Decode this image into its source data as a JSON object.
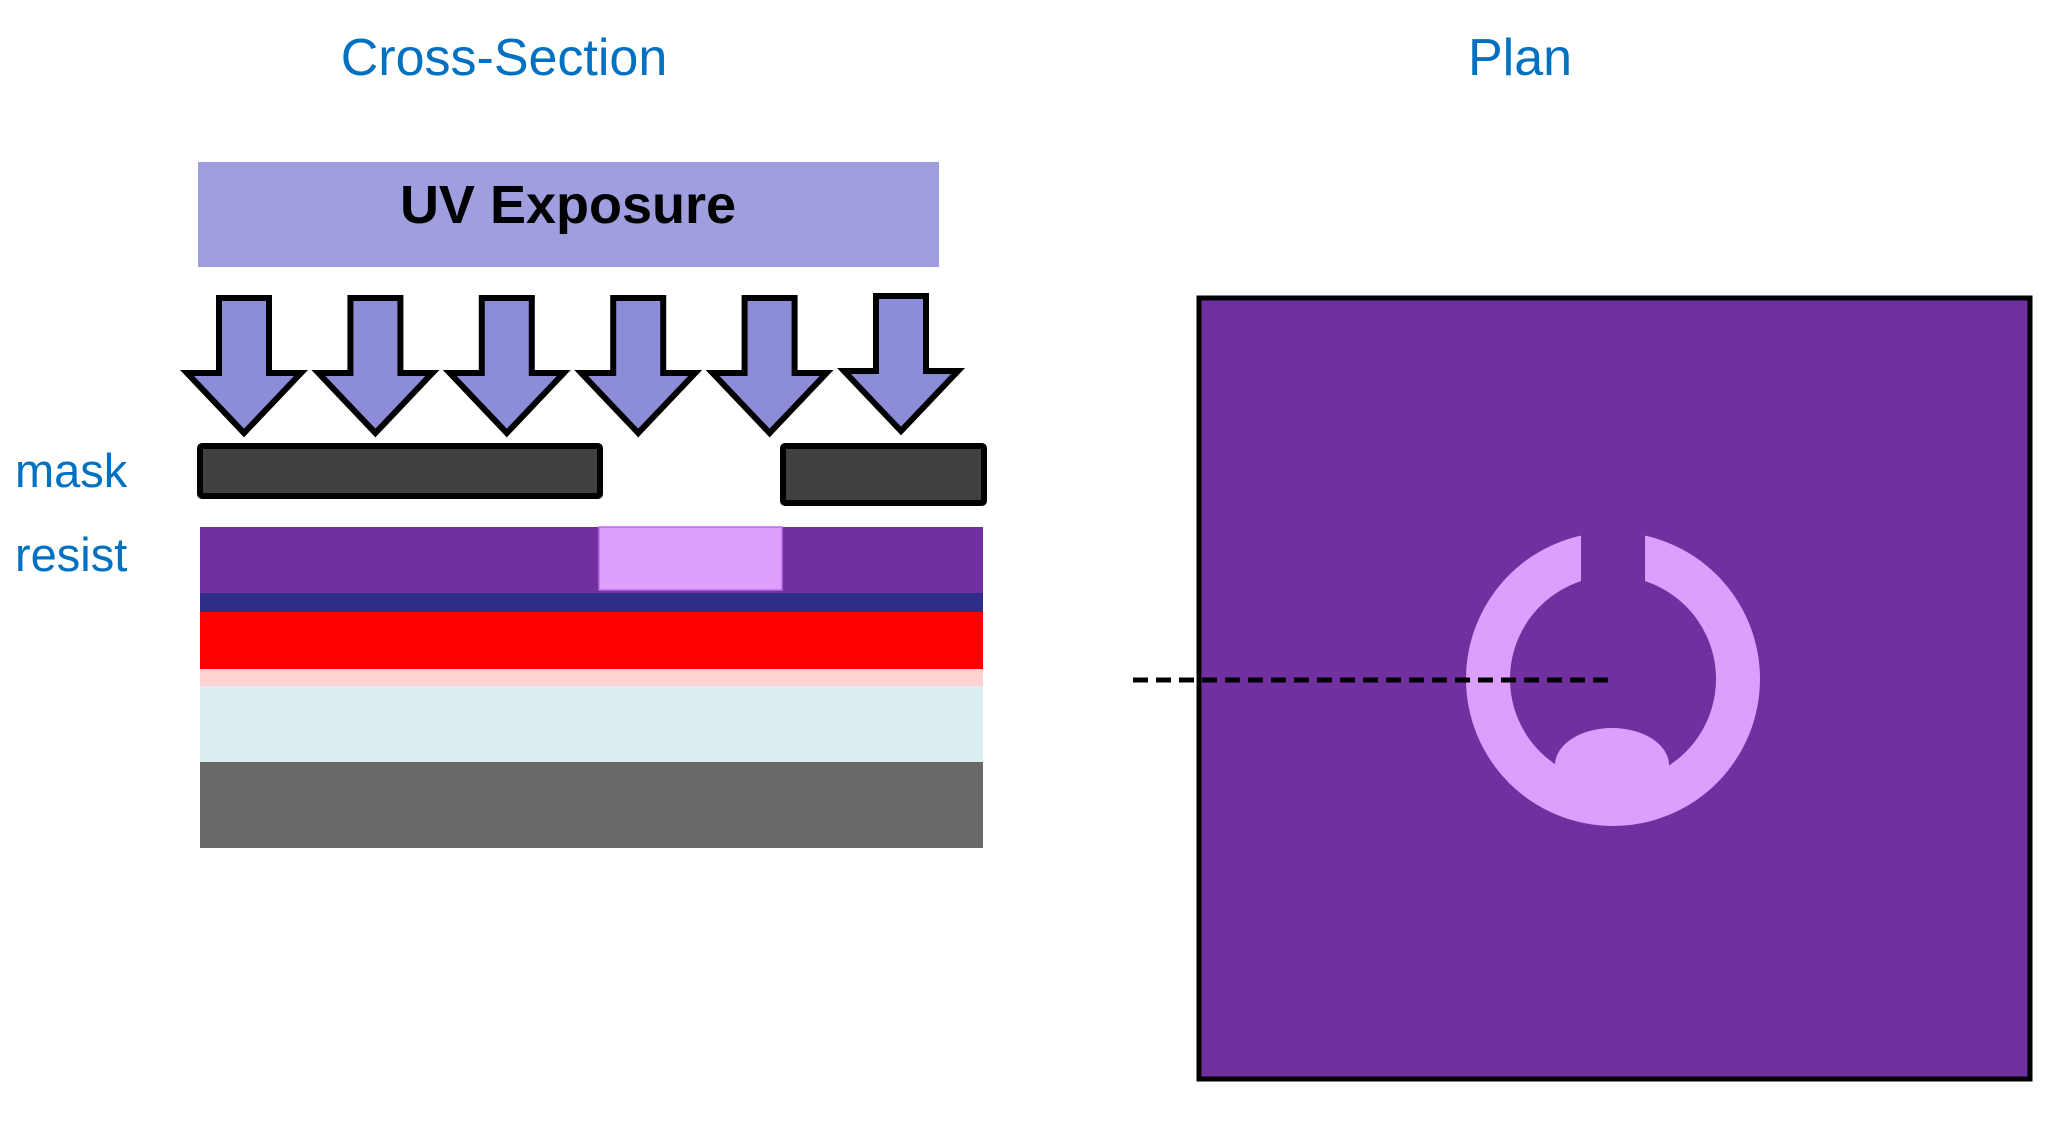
{
  "diagram": {
    "titles": {
      "cross_section": "Cross-Section",
      "plan": "Plan"
    },
    "uv_source": {
      "label": "UV Exposure",
      "color": "#9f9fdf"
    },
    "uv_arrows": {
      "count": 6,
      "fill": "#8c8cd8",
      "stroke": "#000000",
      "direction": "down"
    },
    "labels": {
      "mask": "mask",
      "resist": "resist"
    },
    "mask": {
      "color": "#404040",
      "segments": [
        "left-opaque",
        "right-opaque"
      ],
      "opening": "center-right"
    },
    "layers": [
      {
        "name": "resist",
        "color": "#7030a0",
        "exposed_color": "#dd9ffd"
      },
      {
        "name": "dark-blue-layer",
        "color": "#2e2e88"
      },
      {
        "name": "red-layer",
        "color": "#ff0000"
      },
      {
        "name": "pink-layer",
        "color": "#ffd2d2"
      },
      {
        "name": "light-cyan-layer",
        "color": "#ddeef0"
      },
      {
        "name": "gray-substrate",
        "color": "#686868"
      }
    ],
    "plan_view": {
      "background_color": "#7030a0",
      "pattern_color": "#dd9ffd",
      "pattern": "split ring with bottom lobe",
      "cut_line": "dashed"
    },
    "colors": {
      "text_accent": "#0070c0"
    }
  }
}
